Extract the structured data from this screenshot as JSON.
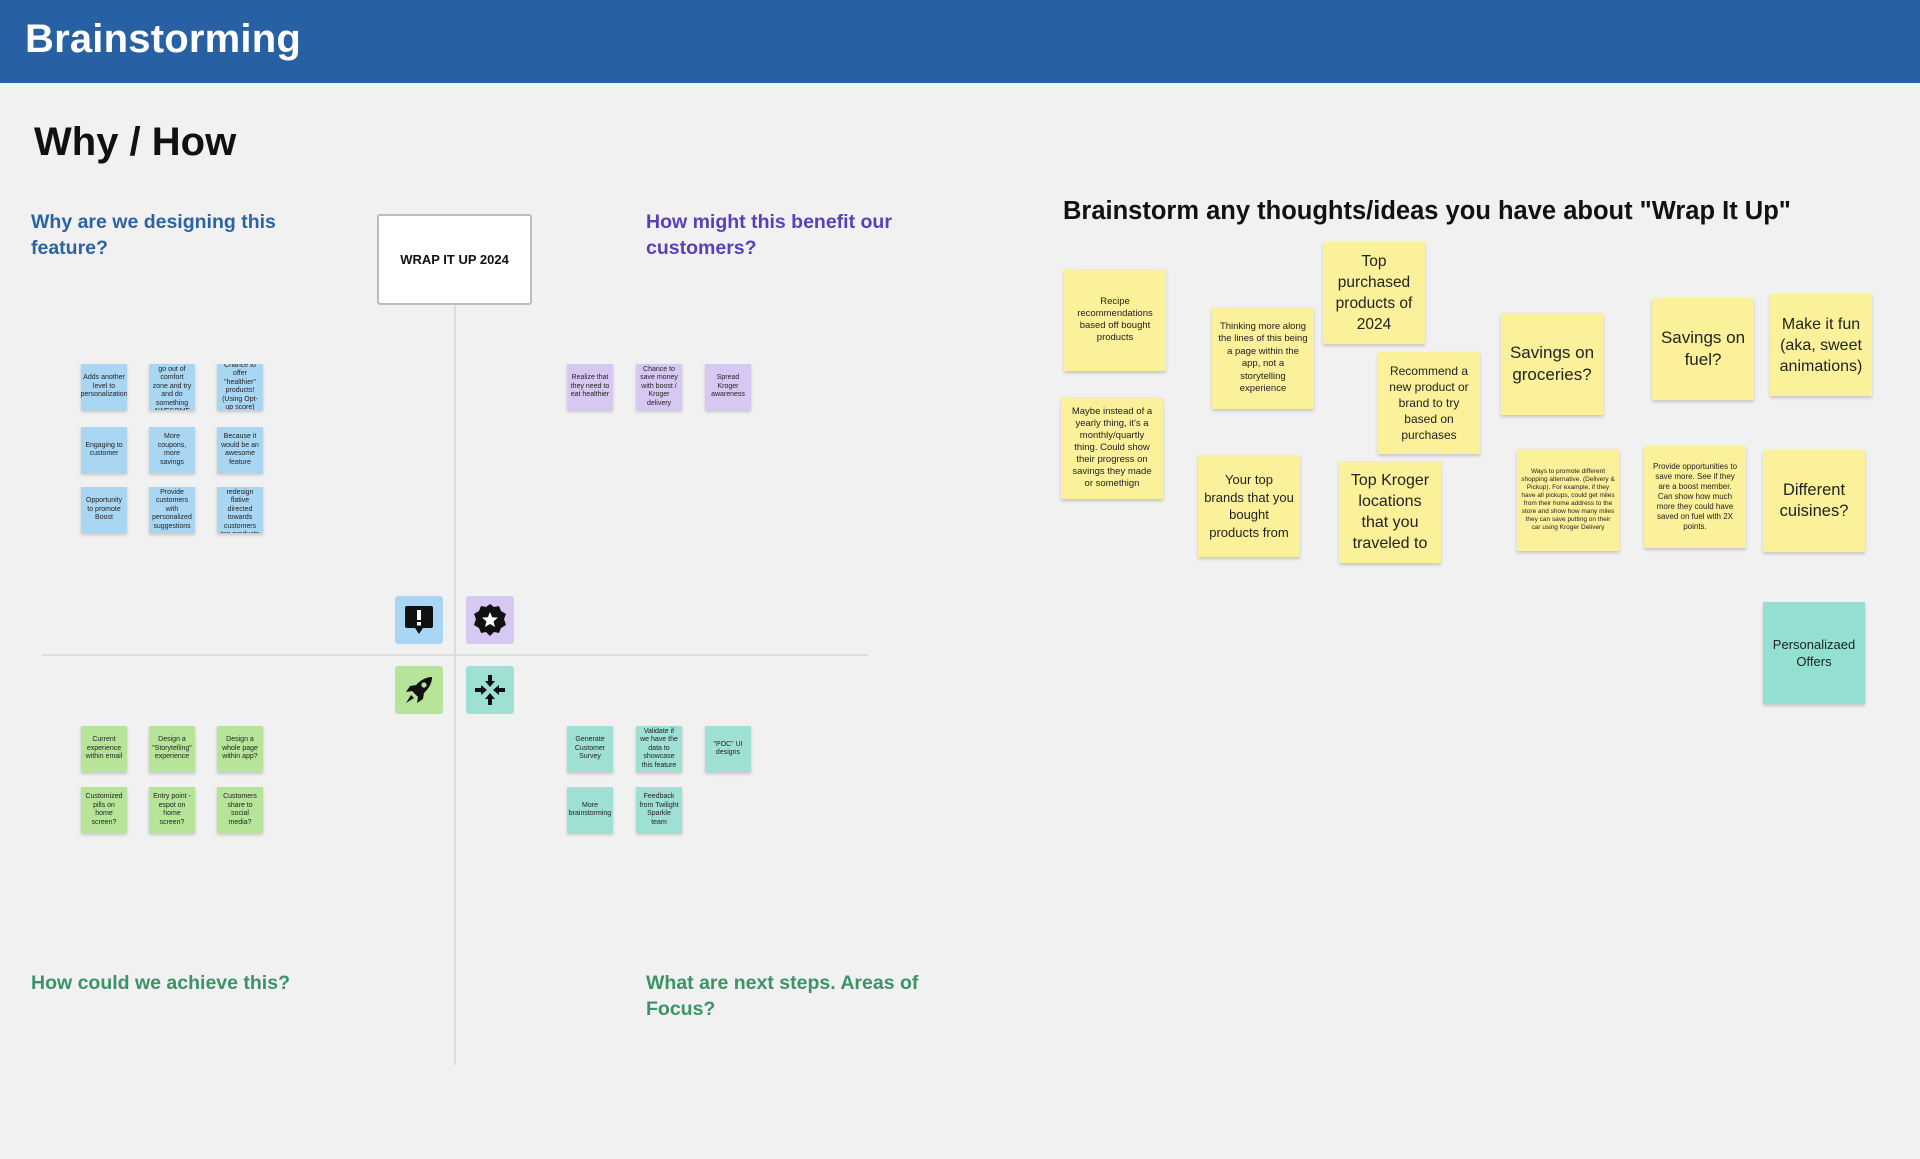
{
  "app": {
    "title": "Brainstorming"
  },
  "frame": {
    "title": "Why / How"
  },
  "questions": {
    "why": "Why are we designing this feature?",
    "benefit": "How might this benefit our customers?",
    "achieve": "How could we achieve this?",
    "next": "What are next steps. Areas of Focus?"
  },
  "center_card": "WRAP IT UP 2024",
  "quadrant_icons": [
    {
      "icon": "exclamation-icon",
      "color": "#a9d7f3"
    },
    {
      "icon": "star-badge-icon",
      "color": "#d7c8f3"
    },
    {
      "icon": "rocket-icon",
      "color": "#b6e59a"
    },
    {
      "icon": "arrows-inward-icon",
      "color": "#9fe0d4"
    }
  ],
  "why_notes": [
    "Adds another level to personalization",
    "Allows us to go out of comfort zone and try and do something AWESOME",
    "Chance to offer \"healthier\" products! (Using Opt-up score)",
    "Engaging to customer",
    "More coupons, more savings",
    "Because it would be an awesome feature",
    "Opportunity to promote Boost",
    "Provide customers with personalized suggestions",
    "Chance to redesign flative directed towards customers top products"
  ],
  "benefit_notes": [
    "Realize that they need to eat healthier",
    "Chance to save money with boost / Kroger delivery",
    "Spread Kroger awareness"
  ],
  "achieve_notes": [
    "Current experience within email",
    "Design a \"Storytelling\" experience",
    "Design a whole page within app?",
    "Customized pills on home screen?",
    "Entry point - espot on home screen?",
    "Customers share to social media?"
  ],
  "next_notes": [
    "Generate Customer Survey",
    "Validate if we have the data to showcase this feature",
    "\"POC\" UI designs",
    "More brainstorming",
    "Feedback from Twilight Sparkle team"
  ],
  "brainstorm": {
    "title": "Brainstorm any thoughts/ideas you have about \"Wrap It Up\"",
    "notes": [
      "Recipe recommendations based off bought products",
      "Thinking more along the lines of this being a page within the app, not a storytelling experience",
      "Top purchased products of 2024",
      "Recommend a new product or brand to try based on purchases",
      "Savings on groceries?",
      "Savings on fuel?",
      "Make it fun (aka, sweet animations)",
      "Maybe instead of a yearly thing, it's a monthly/quartly thing. Could show their progress on savings they made or somethign",
      "Your top brands that you bought products from",
      "Top Kroger locations that you traveled to",
      "Ways to promote different shopping alternative. (Delivery & Pickup). For example, if they have all pickups, could get miles from their home address to the store and show how many miles they can save putting on their car using Kroger Delivery",
      "Provide opportunities to save more. See if they are a boost member. Can show how much more they could have saved on fuel with 2X points.",
      "Different cuisines?",
      "Personalizaed Offers"
    ]
  }
}
